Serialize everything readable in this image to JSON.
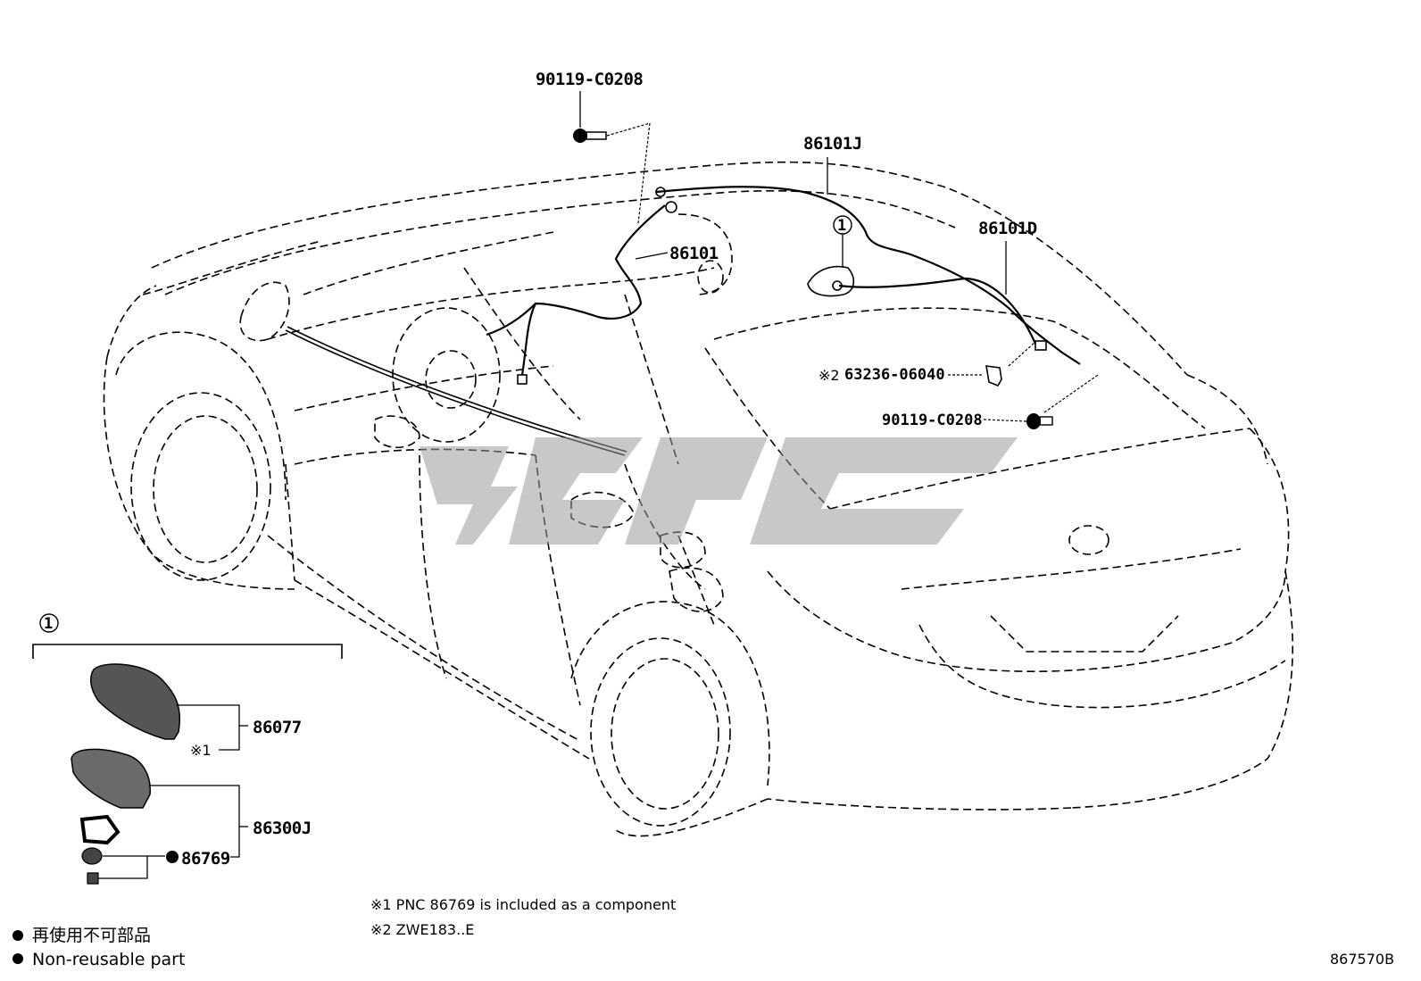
{
  "callouts": {
    "bolt_top": "90119-C0208",
    "wire_j": "86101J",
    "wire_d": "86101D",
    "wire_main": "86101",
    "clip": "63236-06040",
    "clip_mark": "※2",
    "bolt_right": "90119-C0208",
    "inset_ref": "①",
    "car_ref": "①",
    "part_86077": "86077",
    "part_86077_mark": "※1",
    "part_86300j": "86300J",
    "part_86769": "86769"
  },
  "notes": {
    "note1": "※1 PNC 86769 is included as a component",
    "note2": "※2 ZWE183..E"
  },
  "legend": {
    "jp": "再使用不可部品",
    "en": "Non-reusable part"
  },
  "diagram_code": "867570B"
}
